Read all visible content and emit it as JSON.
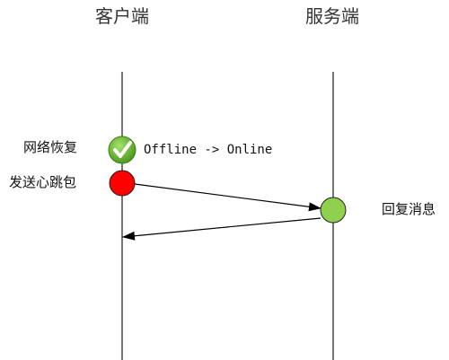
{
  "headers": {
    "client": "客户端",
    "server": "服务端"
  },
  "labels": {
    "network_restored": "网络恢复",
    "send_heartbeat": "发送心跳包",
    "reply_message": "回复消息",
    "status_change": "Offline -> Online"
  },
  "icons": {
    "check": "check-circle-icon",
    "send": "red-dot-icon",
    "reply": "green-dot-icon"
  },
  "colors": {
    "lifeline": "#1a1a1a",
    "check_fill": "#6dbd2f",
    "send_fill": "#ff0000",
    "reply_fill": "#8fd14f",
    "arrow": "#000000"
  }
}
